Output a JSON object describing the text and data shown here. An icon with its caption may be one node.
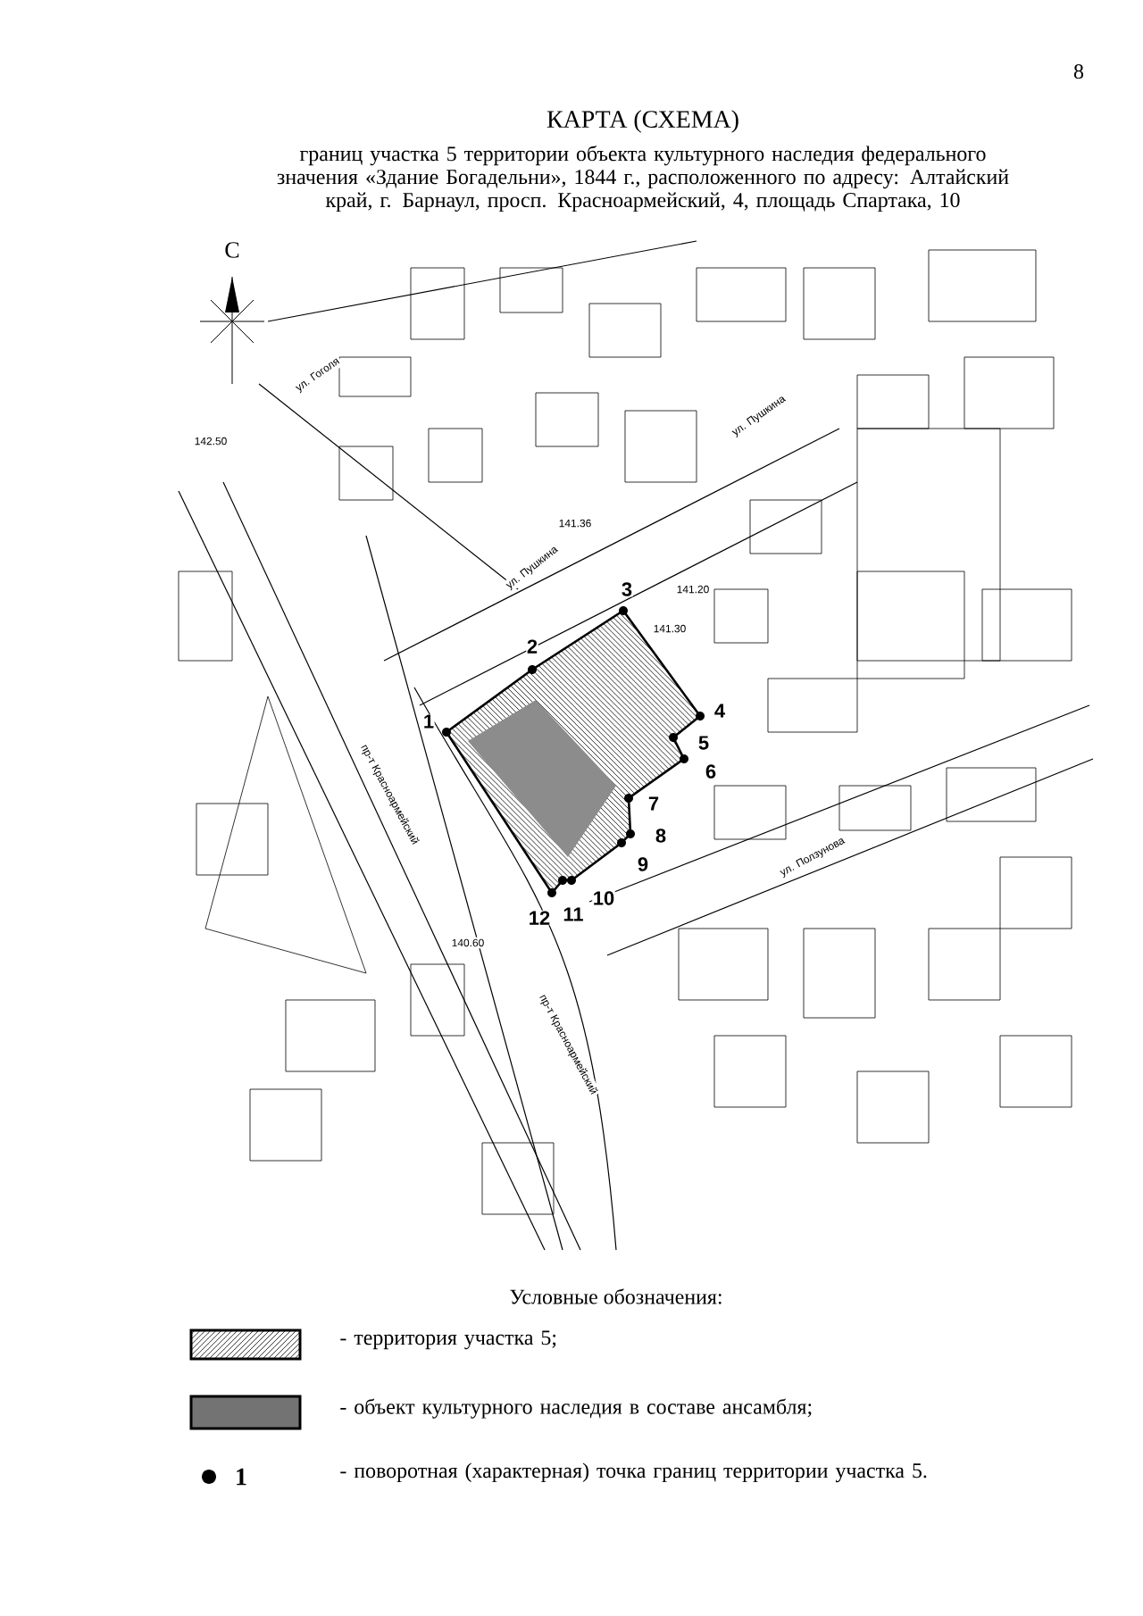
{
  "diagram": {
    "title": "КАРТА (СХЕМА)",
    "labels": [
      "8",
      "границ участка 5 территории объекта культурного наследия федерального значения «Здание Богадельни», 1844 г., расположенного по адресу: Алтайский край, г. Барнаул, просп. Красноармейский, 4, площадь Спартака, 10",
      "С",
      "ул. Гоголя",
      "ул. Пушкина",
      "ул. Пушкина",
      "пр-т Красноармейский",
      "пр-т Красноармейский",
      "ул. Ползунова",
      "141.36",
      "141.20",
      "141.30",
      "142.50",
      "140.60",
      "1",
      "2",
      "3",
      "4",
      "5",
      "6",
      "7",
      "8",
      "9",
      "10",
      "11",
      "12",
      "Условные обозначения:",
      "1"
    ],
    "legend": [
      {
        "text": "- территория участка 5;"
      },
      {
        "text": "- объект культурного наследия в составе ансамбля;"
      },
      {
        "text": "- поворотная (характерная) точка границ территории участка 5."
      }
    ]
  }
}
